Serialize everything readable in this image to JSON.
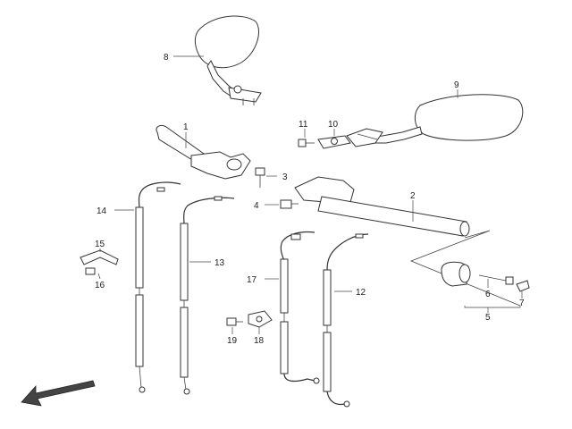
{
  "labels": {
    "p1": "1",
    "p2": "2",
    "p3": "3",
    "p4": "4",
    "p5": "5",
    "p6": "6",
    "p7": "7",
    "p8": "8",
    "p9": "9",
    "p10": "10",
    "p11": "11",
    "p12": "12",
    "p13": "13",
    "p14": "14",
    "p15": "15",
    "p16": "16",
    "p17": "17",
    "p18": "18",
    "p19": "19"
  },
  "colors": {
    "line": "#333333",
    "background": "#ffffff"
  },
  "icons": {
    "front_direction": "arrow-icon"
  }
}
